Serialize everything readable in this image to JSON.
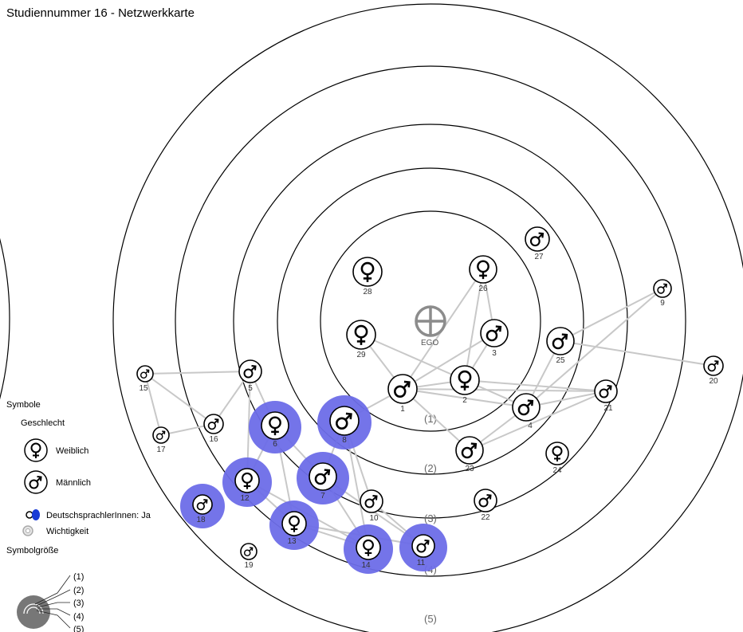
{
  "title": "Studiennummer 16 - Netzwerkkarte",
  "ego_label": "EGO",
  "ring_labels": [
    "(1)",
    "(2)",
    "(3)",
    "(4)",
    "(5)"
  ],
  "legend": {
    "heading": "Symbole",
    "gender_heading": "Geschlecht",
    "female_label": "Weiblich",
    "male_label": "Männlich",
    "german_speakers_label": "DeutschsprachlerInnen: Ja",
    "importance_label": "Wichtigkeit",
    "size_heading": "Symbolgröße",
    "size_levels": [
      "(1)",
      "(2)",
      "(3)",
      "(4)",
      "(5)"
    ]
  },
  "colors": {
    "ring": "#000000",
    "edge": "#c8c8c8",
    "highlight": "#6d6de8",
    "ego": "#8c8c8c"
  },
  "nodes": [
    {
      "id": "1",
      "gender": "male",
      "german": false
    },
    {
      "id": "2",
      "gender": "female",
      "german": false
    },
    {
      "id": "3",
      "gender": "male",
      "german": false
    },
    {
      "id": "4",
      "gender": "male",
      "german": false
    },
    {
      "id": "5",
      "gender": "male",
      "german": false
    },
    {
      "id": "6",
      "gender": "female",
      "german": true
    },
    {
      "id": "7",
      "gender": "male",
      "german": true
    },
    {
      "id": "8",
      "gender": "male",
      "german": true
    },
    {
      "id": "9",
      "gender": "male",
      "german": false
    },
    {
      "id": "10",
      "gender": "male",
      "german": false
    },
    {
      "id": "11",
      "gender": "male",
      "german": true
    },
    {
      "id": "12",
      "gender": "female",
      "german": true
    },
    {
      "id": "13",
      "gender": "female",
      "german": true
    },
    {
      "id": "14",
      "gender": "female",
      "german": true
    },
    {
      "id": "15",
      "gender": "male",
      "german": false
    },
    {
      "id": "16",
      "gender": "male",
      "german": false
    },
    {
      "id": "17",
      "gender": "male",
      "german": false
    },
    {
      "id": "18",
      "gender": "male",
      "german": true
    },
    {
      "id": "19",
      "gender": "male",
      "german": false
    },
    {
      "id": "20",
      "gender": "male",
      "german": false
    },
    {
      "id": "21",
      "gender": "male",
      "german": false
    },
    {
      "id": "22",
      "gender": "male",
      "german": false
    },
    {
      "id": "23",
      "gender": "male",
      "german": false
    },
    {
      "id": "24",
      "gender": "female",
      "german": false
    },
    {
      "id": "25",
      "gender": "male",
      "german": false
    },
    {
      "id": "26",
      "gender": "female",
      "german": false
    },
    {
      "id": "27",
      "gender": "male",
      "german": false
    },
    {
      "id": "28",
      "gender": "female",
      "german": false
    },
    {
      "id": "29",
      "gender": "female",
      "german": false
    }
  ],
  "edges": [
    [
      "1",
      "2"
    ],
    [
      "1",
      "3"
    ],
    [
      "1",
      "4"
    ],
    [
      "1",
      "8"
    ],
    [
      "1",
      "21"
    ],
    [
      "1",
      "23"
    ],
    [
      "1",
      "26"
    ],
    [
      "1",
      "29"
    ],
    [
      "2",
      "3"
    ],
    [
      "2",
      "4"
    ],
    [
      "2",
      "26"
    ],
    [
      "2",
      "29"
    ],
    [
      "2",
      "21"
    ],
    [
      "3",
      "26"
    ],
    [
      "4",
      "9"
    ],
    [
      "4",
      "21"
    ],
    [
      "4",
      "23"
    ],
    [
      "4",
      "25"
    ],
    [
      "23",
      "21"
    ],
    [
      "25",
      "9"
    ],
    [
      "25",
      "20"
    ],
    [
      "5",
      "15"
    ],
    [
      "5",
      "16"
    ],
    [
      "5",
      "6"
    ],
    [
      "5",
      "12"
    ],
    [
      "15",
      "16"
    ],
    [
      "15",
      "17"
    ],
    [
      "17",
      "16"
    ],
    [
      "6",
      "12"
    ],
    [
      "6",
      "13"
    ],
    [
      "6",
      "7"
    ],
    [
      "8",
      "7"
    ],
    [
      "8",
      "10"
    ],
    [
      "8",
      "14"
    ],
    [
      "7",
      "11"
    ],
    [
      "7",
      "14"
    ],
    [
      "12",
      "13"
    ],
    [
      "12",
      "14"
    ],
    [
      "13",
      "14"
    ],
    [
      "13",
      "11"
    ],
    [
      "10",
      "11"
    ]
  ]
}
